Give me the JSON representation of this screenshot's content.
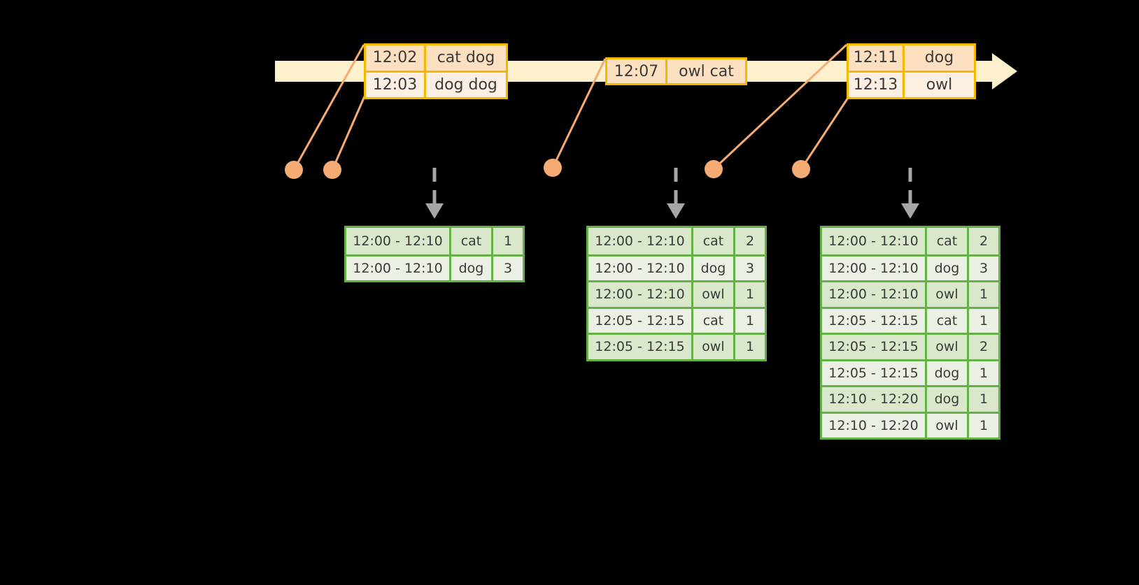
{
  "diagram": {
    "title": "windowed-event-aggregation-timeline",
    "colors": {
      "background": "#000000",
      "timeline_fill": "#fdf0cd",
      "event_border": "#f5b800",
      "event_shade_dark": "#fde0c0",
      "event_shade_light": "#fdf0e2",
      "table_border": "#64b246",
      "table_shade_dark": "#d9e8cb",
      "table_shade_light": "#eaf1e4",
      "connector": "#f4ab74",
      "arrow": "#a6a6a6"
    }
  },
  "timeline": {
    "name": "event-stream-timeline",
    "events": [
      {
        "group": 1,
        "rows": [
          {
            "time": "12:02",
            "value": "cat dog"
          },
          {
            "time": "12:03",
            "value": "dog dog"
          }
        ]
      },
      {
        "group": 2,
        "rows": [
          {
            "time": "12:07",
            "value": "owl cat"
          }
        ]
      },
      {
        "group": 3,
        "rows": [
          {
            "time": "12:11",
            "value": "dog"
          },
          {
            "time": "12:13",
            "value": "owl"
          }
        ]
      }
    ]
  },
  "results": [
    {
      "name": "result-table-1",
      "rows": [
        {
          "window": "12:00 - 12:10",
          "key": "cat",
          "count": "1"
        },
        {
          "window": "12:00 - 12:10",
          "key": "dog",
          "count": "3"
        }
      ]
    },
    {
      "name": "result-table-2",
      "rows": [
        {
          "window": "12:00 - 12:10",
          "key": "cat",
          "count": "2"
        },
        {
          "window": "12:00 - 12:10",
          "key": "dog",
          "count": "3"
        },
        {
          "window": "12:00 - 12:10",
          "key": "owl",
          "count": "1"
        },
        {
          "window": "12:05 - 12:15",
          "key": "cat",
          "count": "1"
        },
        {
          "window": "12:05 - 12:15",
          "key": "owl",
          "count": "1"
        }
      ]
    },
    {
      "name": "result-table-3",
      "rows": [
        {
          "window": "12:00 - 12:10",
          "key": "cat",
          "count": "2"
        },
        {
          "window": "12:00 - 12:10",
          "key": "dog",
          "count": "3"
        },
        {
          "window": "12:00 - 12:10",
          "key": "owl",
          "count": "1"
        },
        {
          "window": "12:05 - 12:15",
          "key": "cat",
          "count": "1"
        },
        {
          "window": "12:05 - 12:15",
          "key": "owl",
          "count": "2"
        },
        {
          "window": "12:05 - 12:15",
          "key": "dog",
          "count": "1"
        },
        {
          "window": "12:10 - 12:20",
          "key": "dog",
          "count": "1"
        },
        {
          "window": "12:10 - 12:20",
          "key": "owl",
          "count": "1"
        }
      ]
    }
  ]
}
